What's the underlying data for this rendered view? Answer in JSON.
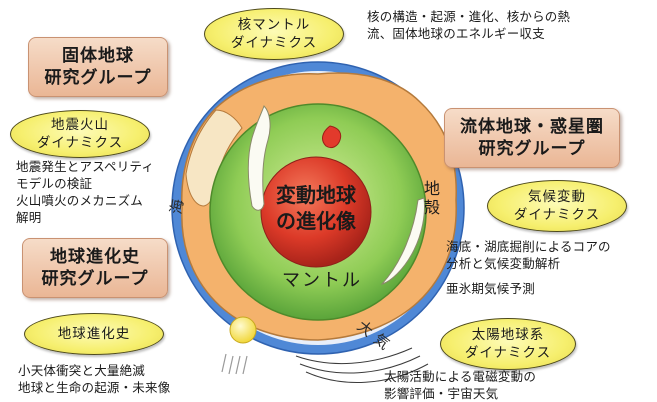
{
  "center": {
    "line1": "変動地球",
    "line2": "の進化像"
  },
  "layers": {
    "mantle": "マントル",
    "crust": "地殻",
    "ocean": "海",
    "atmosphere": "大気"
  },
  "groups": {
    "solid": {
      "line1": "固体地球",
      "line2": "研究グループ"
    },
    "fluid": {
      "line1": "流体地球・惑星圏",
      "line2": "研究グループ"
    },
    "history": {
      "line1": "地球進化史",
      "line2": "研究グループ"
    }
  },
  "topics": {
    "core_mantle": {
      "line1": "核マントル",
      "line2": "ダイナミクス",
      "desc": [
        "核の構造・起源・進化、核からの熱",
        "流、固体地球のエネルギー収支"
      ]
    },
    "quake_volcano": {
      "line1": "地震火山",
      "line2": "ダイナミクス",
      "desc": [
        "地震発生とアスペリティ",
        "モデルの検証",
        "火山噴火のメカニズム",
        "解明"
      ]
    },
    "climate": {
      "line1": "気候変動",
      "line2": "ダイナミクス",
      "desc": [
        "海底・湖底掘削によるコアの",
        "分析と気候変動解析",
        "亜氷期気候予測"
      ]
    },
    "evolution": {
      "line1": "地球進化史",
      "desc": [
        "小天体衝突と大量絶滅",
        "地球と生命の起源・未来像"
      ]
    },
    "solar": {
      "line1": "太陽地球系",
      "line2": "ダイナミクス",
      "desc": [
        "太陽活動による電磁変動の",
        "影響評価・宇宙天気"
      ]
    }
  },
  "colors": {
    "atmosphere": "#4f88d6",
    "ocean": "#f0c88c",
    "crust": "#f4b26c",
    "mantle": "#7cc24a",
    "core": "#d8382a",
    "sun": "#f7e24a",
    "box": "#eab695",
    "oval": "#f6ef6e"
  }
}
